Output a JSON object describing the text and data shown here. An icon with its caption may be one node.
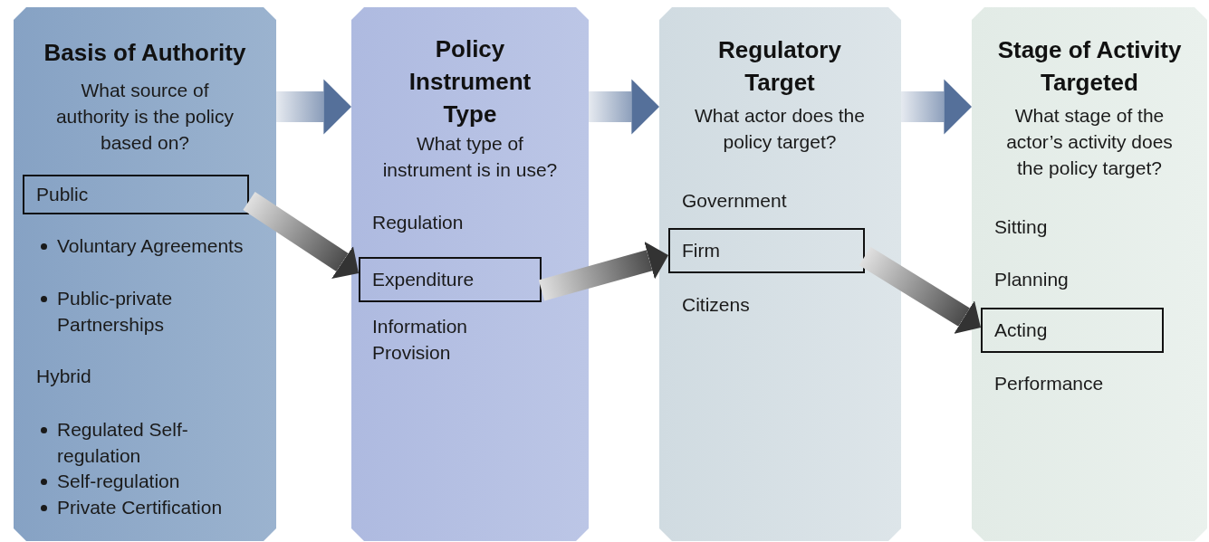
{
  "diagram": {
    "nodes": [
      {
        "text": [
          "Basis of Authority",
          "What source of authority is the policy based on?",
          "Voluntary Agreements",
          "Public-private Partnerships",
          "Hybrid",
          "Regulated Self-regulation",
          "Self-regulation",
          "Private Certification"
        ]
      },
      {
        "text": [
          "Public"
        ],
        "in": 0
      },
      {
        "text": [
          "Policy Instrument Type",
          "What type of instrument is in use?",
          "Regulation",
          "Information Provision"
        ]
      },
      {
        "text": [
          "Expenditure"
        ],
        "in": 2
      },
      {
        "text": [
          "Regulatory Target",
          "What actor does the policy target?",
          "Government",
          "Citizens"
        ]
      },
      {
        "text": [
          "Firm"
        ],
        "in": 4
      },
      {
        "text": [
          "Stage of Activity Targeted",
          "What stage of the actor’s activity does the policy target?",
          "Sitting",
          "Planning",
          "Performance"
        ]
      },
      {
        "text": [
          "Acting"
        ],
        "in": 6
      }
    ],
    "edges": [
      {
        "from": 0,
        "to": 2,
        "arrow": "to",
        "style": "thick",
        "color": "#55709a"
      },
      {
        "from": 2,
        "to": 4,
        "arrow": "to",
        "style": "thick",
        "color": "#55709a"
      },
      {
        "from": 4,
        "to": 6,
        "arrow": "to",
        "style": "thick",
        "color": "#55709a"
      },
      {
        "from": 1,
        "to": 3,
        "arrow": "to",
        "style": "thick",
        "color": "#333333"
      },
      {
        "from": 3,
        "to": 5,
        "arrow": "to",
        "style": "thick",
        "color": "#333333"
      },
      {
        "from": 5,
        "to": 7,
        "arrow": "to",
        "style": "thick",
        "color": "#333333"
      }
    ]
  }
}
